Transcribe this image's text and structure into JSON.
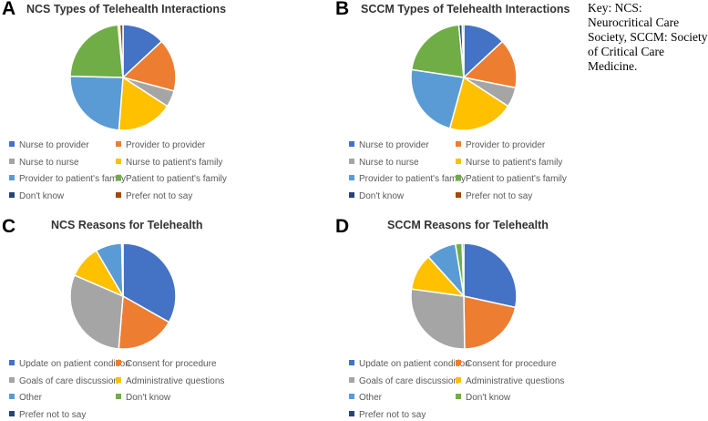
{
  "key_text": "Key: NCS: Neurocritical Care Society, SCCM: Society of Critical Care Medicine.",
  "chart_data": [
    {
      "type": "pie",
      "letter": "A",
      "title": "NCS Types of Telehealth Interactions",
      "categories": [
        "Nurse to provider",
        "Provider to provider",
        "Nurse to nurse",
        "Nurse to patient's family",
        "Provider to patient's family",
        "Patient to patient's family",
        "Don't know",
        "Prefer not to say"
      ],
      "values": [
        13,
        16,
        5,
        17,
        24,
        23,
        0.5,
        1
      ],
      "colors": [
        "#4472C4",
        "#ED7D31",
        "#A5A5A5",
        "#FFC000",
        "#5B9BD5",
        "#70AD47",
        "#264478",
        "#9E480E"
      ]
    },
    {
      "type": "pie",
      "letter": "B",
      "title": "SCCM Types of Telehealth Interactions",
      "categories": [
        "Nurse to provider",
        "Provider to provider",
        "Nurse to nurse",
        "Nurse to patient's family",
        "Provider to patient's family",
        "Patient to patient's family",
        "Don't know",
        "Prefer not to say"
      ],
      "values": [
        13,
        15,
        6,
        20,
        23,
        21,
        1,
        0.5
      ],
      "colors": [
        "#4472C4",
        "#ED7D31",
        "#A5A5A5",
        "#FFC000",
        "#5B9BD5",
        "#70AD47",
        "#264478",
        "#9E480E"
      ]
    },
    {
      "type": "pie",
      "letter": "C",
      "title": "NCS Reasons for Telehealth",
      "categories": [
        "Update on patient condition",
        "Consent for procedure",
        "Goals of care discussion",
        "Administrative questions",
        "Other",
        "Don't know",
        "Prefer not to say"
      ],
      "values": [
        33,
        18,
        30,
        10,
        8,
        0.2,
        0.2
      ],
      "colors": [
        "#4472C4",
        "#ED7D31",
        "#A5A5A5",
        "#FFC000",
        "#5B9BD5",
        "#70AD47",
        "#264478"
      ]
    },
    {
      "type": "pie",
      "letter": "D",
      "title": "SCCM Reasons for Telehealth",
      "categories": [
        "Update on patient condition",
        "Consent for procedure",
        "Goals of care discussion",
        "Administrative questions",
        "Other",
        "Don't know",
        "Prefer not to say"
      ],
      "values": [
        28,
        21,
        27,
        11,
        9,
        2,
        0.5
      ],
      "colors": [
        "#4472C4",
        "#ED7D31",
        "#A5A5A5",
        "#FFC000",
        "#5B9BD5",
        "#70AD47",
        "#264478"
      ]
    }
  ]
}
